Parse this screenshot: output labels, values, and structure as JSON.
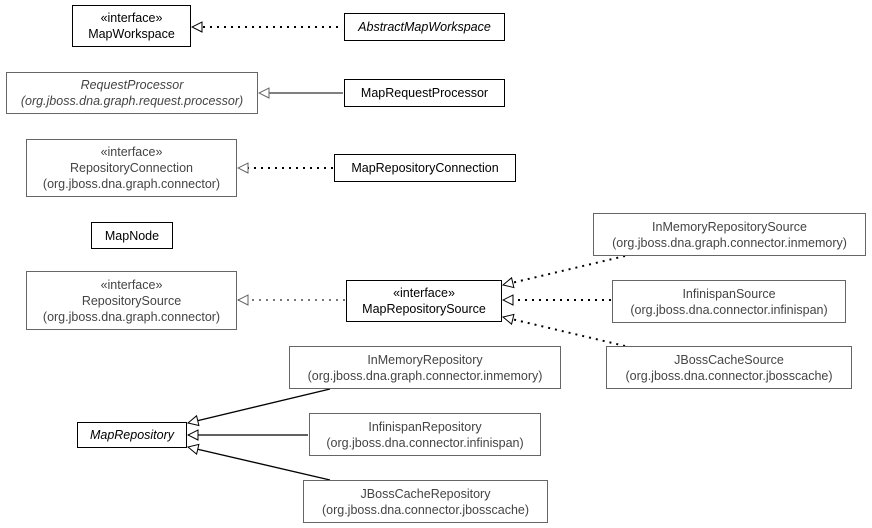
{
  "nodes": {
    "map_workspace": {
      "stereotype": "«interface»",
      "name": "MapWorkspace"
    },
    "abstract_map_workspace": {
      "name": "AbstractMapWorkspace"
    },
    "request_processor": {
      "name": "RequestProcessor",
      "package": "(org.jboss.dna.graph.request.processor)"
    },
    "map_request_processor": {
      "name": "MapRequestProcessor"
    },
    "repository_connection": {
      "stereotype": "«interface»",
      "name": "RepositoryConnection",
      "package": "(org.jboss.dna.graph.connector)"
    },
    "map_repository_connection": {
      "name": "MapRepositoryConnection"
    },
    "map_node": {
      "name": "MapNode"
    },
    "repository_source": {
      "stereotype": "«interface»",
      "name": "RepositorySource",
      "package": "(org.jboss.dna.graph.connector)"
    },
    "map_repository_source": {
      "stereotype": "«interface»",
      "name": "MapRepositorySource"
    },
    "inmemory_repository_source": {
      "name": "InMemoryRepositorySource",
      "package": "(org.jboss.dna.graph.connector.inmemory)"
    },
    "infinispan_source": {
      "name": "InfinispanSource",
      "package": "(org.jboss.dna.connector.infinispan)"
    },
    "jbosscache_source": {
      "name": "JBossCacheSource",
      "package": "(org.jboss.dna.connector.jbosscache)"
    },
    "inmemory_repository": {
      "name": "InMemoryRepository",
      "package": "(org.jboss.dna.graph.connector.inmemory)"
    },
    "map_repository": {
      "name": "MapRepository"
    },
    "infinispan_repository": {
      "name": "InfinispanRepository",
      "package": "(org.jboss.dna.connector.infinispan)"
    },
    "jbosscache_repository": {
      "name": "JBossCacheRepository",
      "package": "(org.jboss.dna.connector.jbosscache)"
    }
  },
  "colors": {
    "local_border": "#000000",
    "external_border": "#666666",
    "external_text": "#444444"
  }
}
